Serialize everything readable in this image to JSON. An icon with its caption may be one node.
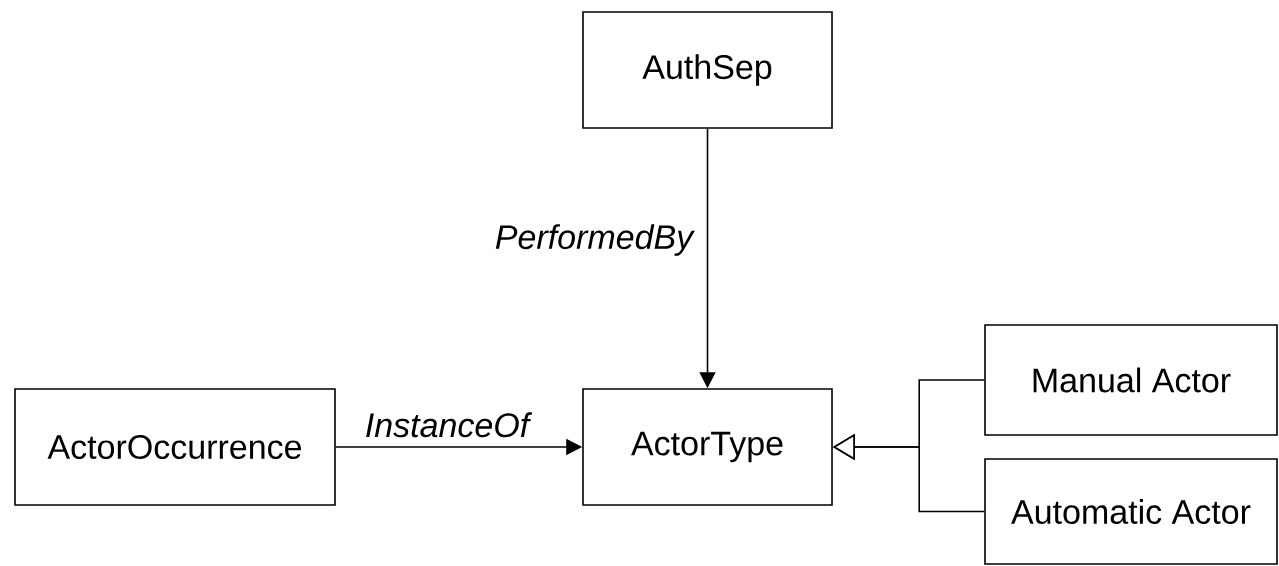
{
  "diagram": {
    "nodes": [
      {
        "text": [
          "AuthSep"
        ]
      },
      {
        "text": [
          "ActorOccurrence"
        ]
      },
      {
        "text": [
          "ActorType"
        ]
      },
      {
        "text": [
          "Manual Actor"
        ]
      },
      {
        "text": [
          "Automatic Actor"
        ]
      }
    ],
    "edges": [
      {
        "from": 0,
        "to": 2,
        "arrow": "to",
        "label": "PerformedBy"
      },
      {
        "from": 1,
        "to": 2,
        "arrow": "to",
        "label": "InstanceOf"
      },
      {
        "from": 3,
        "to": 2,
        "arrow": "to"
      },
      {
        "from": 4,
        "to": 2,
        "arrow": "to"
      }
    ]
  }
}
